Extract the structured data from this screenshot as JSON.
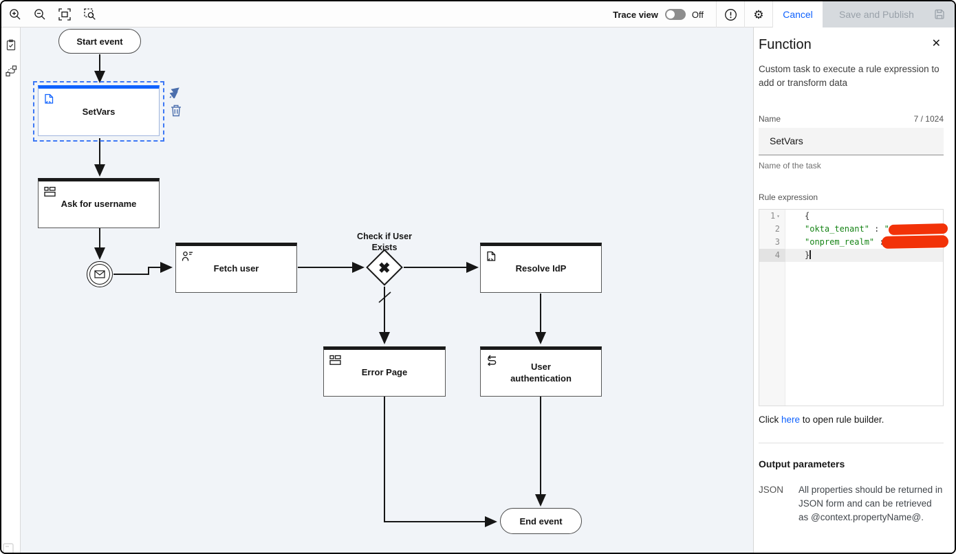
{
  "toolbar": {
    "trace_view_label": "Trace view",
    "trace_view_state": "Off",
    "cancel_label": "Cancel",
    "save_label": "Save and Publish"
  },
  "canvas": {
    "nodes": {
      "start": "Start event",
      "setvars": "SetVars",
      "ask_username": "Ask for username",
      "fetch_user": "Fetch user",
      "gateway": "Check if User Exists",
      "resolve_idp": "Resolve IdP",
      "error_page": "Error Page",
      "user_auth": "User authentication",
      "end": "End event"
    }
  },
  "icons": {
    "close_glyph": "✕",
    "gear_glyph": "⚙",
    "gateway_x_glyph": "✖"
  },
  "panel": {
    "title": "Function",
    "description": "Custom task to execute a rule expression to add or transform data",
    "name_label": "Name",
    "name_counter": "7 / 1024",
    "name_value": "SetVars",
    "name_helper": "Name of the task",
    "rule_label": "Rule expression",
    "code": {
      "l1_num": "1",
      "l1_code": "{",
      "l2_num": "2",
      "l2_key": "\"okta_tenant\"",
      "l2_sep": " : ",
      "l2_open": "\"",
      "l3_num": "3",
      "l3_key": "\"onprem_realm\"",
      "l3_sep": " : ",
      "l3_open": "\"",
      "l4_num": "4",
      "l4_code": "}"
    },
    "link_prefix": "Click ",
    "link_text": "here",
    "link_suffix": " to open rule builder.",
    "output_heading": "Output parameters",
    "output_type": "JSON",
    "output_description": "All properties should be returned in JSON form and can be retrieved as @context.propertyName@."
  },
  "colors": {
    "accent_blue": "#0f62fe",
    "canvas_bg": "#f1f4f8",
    "code_green": "#168416",
    "redaction_red": "#f23208",
    "muted_action_blue": "#4c6fad"
  }
}
